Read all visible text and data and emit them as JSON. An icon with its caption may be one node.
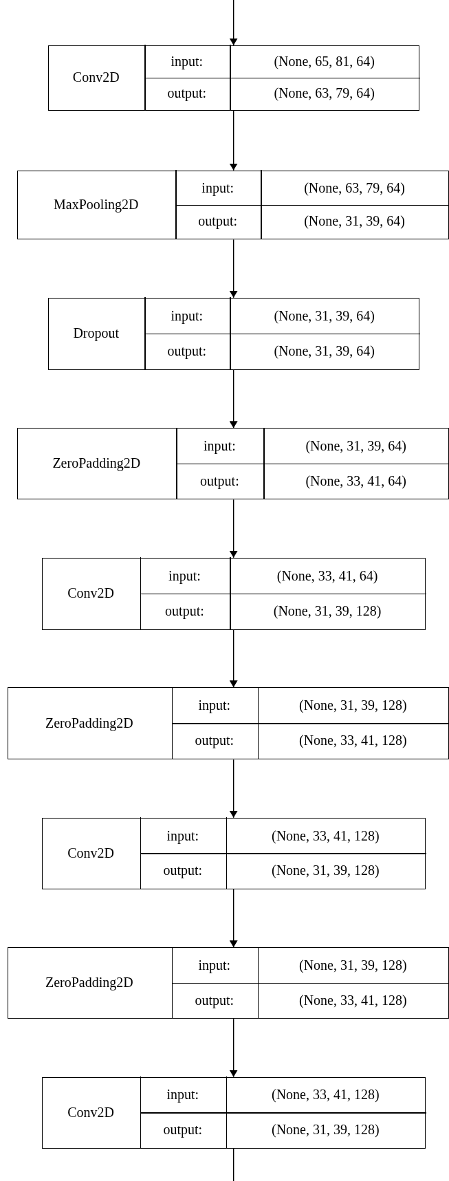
{
  "diagram": {
    "nodes": [
      {
        "text": [
          "Conv2D",
          "input:",
          "(None, 65, 81, 64)",
          "output:",
          "(None, 63, 79, 64)"
        ]
      },
      {
        "text": [
          "MaxPooling2D",
          "input:",
          "(None, 63, 79, 64)",
          "output:",
          "(None, 31, 39, 64)"
        ]
      },
      {
        "text": [
          "Dropout",
          "input:",
          "(None, 31, 39, 64)",
          "output:",
          "(None, 31, 39, 64)"
        ]
      },
      {
        "text": [
          "ZeroPadding2D",
          "input:",
          "(None, 31, 39, 64)",
          "output:",
          "(None, 33, 41, 64)"
        ]
      },
      {
        "text": [
          "Conv2D",
          "input:",
          "(None, 33, 41, 64)",
          "output:",
          "(None, 31, 39, 128)"
        ]
      },
      {
        "text": [
          "ZeroPadding2D",
          "input:",
          "(None, 31, 39, 128)",
          "output:",
          "(None, 33, 41, 128)"
        ]
      },
      {
        "text": [
          "Conv2D",
          "input:",
          "(None, 33, 41, 128)",
          "output:",
          "(None, 31, 39, 128)"
        ]
      },
      {
        "text": [
          "ZeroPadding2D",
          "input:",
          "(None, 31, 39, 128)",
          "output:",
          "(None, 33, 41, 128)"
        ]
      },
      {
        "text": [
          "Conv2D",
          "input:",
          "(None, 33, 41, 128)",
          "output:",
          "(None, 31, 39, 128)"
        ]
      }
    ],
    "edges": [
      {
        "from": null,
        "to": 0,
        "arrow": "to"
      },
      {
        "from": 0,
        "to": 1,
        "arrow": "to"
      },
      {
        "from": 1,
        "to": 2,
        "arrow": "to"
      },
      {
        "from": 2,
        "to": 3,
        "arrow": "to"
      },
      {
        "from": 3,
        "to": 4,
        "arrow": "to"
      },
      {
        "from": 4,
        "to": 5,
        "arrow": "to"
      },
      {
        "from": 5,
        "to": 6,
        "arrow": "to"
      },
      {
        "from": 6,
        "to": 7,
        "arrow": "to"
      },
      {
        "from": 7,
        "to": 8,
        "arrow": "to"
      },
      {
        "from": 8,
        "to": null,
        "arrow": "none"
      }
    ]
  }
}
